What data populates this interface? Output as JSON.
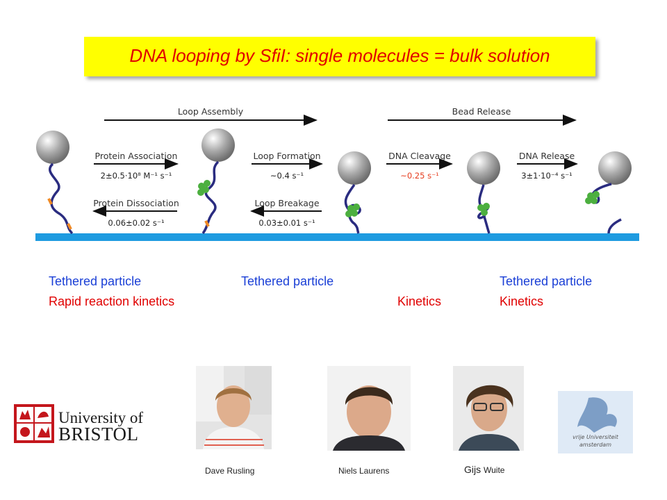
{
  "title": "DNA looping by SfiI:  single  molecules = bulk solution",
  "diagram": {
    "loop_assembly": "Loop Assembly",
    "bead_release": "Bead Release",
    "protein_association": "Protein Association",
    "rate_association": "2±0.5·10⁸ M⁻¹ s⁻¹",
    "protein_dissociation": "Protein Dissociation",
    "rate_dissociation": "0.06±0.02 s⁻¹",
    "loop_formation": "Loop Formation",
    "rate_formation": "~0.4 s⁻¹",
    "loop_breakage": "Loop Breakage",
    "rate_breakage": "0.03±0.01 s⁻¹",
    "dna_cleavage": "DNA Cleavage",
    "rate_cleavage": "~0.25 s⁻¹",
    "dna_release": "DNA Release",
    "rate_release": "3±1·10⁻⁴ s⁻¹"
  },
  "captions": {
    "col1_line1": "Tethered particle",
    "col1_line2": "Rapid reaction kinetics",
    "col2_line1": "Tethered particle",
    "col3_line2": "Kinetics",
    "col4_line1": "Tethered particle",
    "col4_line2": "Kinetics"
  },
  "people": [
    {
      "name": "Dave Rusling"
    },
    {
      "name": "Niels Laurens"
    },
    {
      "name_first": "Gijs",
      "name_last": "Wuite"
    }
  ],
  "logos": {
    "bristol_line1": "University of",
    "bristol_line2": "BRISTOL",
    "vu_line1": "vrije Universiteit",
    "vu_line2": "amsterdam"
  },
  "colors": {
    "title_bg": "#ffff00",
    "title_text": "#e00000",
    "caption_blue": "#1a3fd6",
    "caption_red": "#e00000",
    "surface": "#1e9be0",
    "dna": "#2a2c80",
    "protein": "#4caf3f",
    "site": "#f08a24"
  }
}
